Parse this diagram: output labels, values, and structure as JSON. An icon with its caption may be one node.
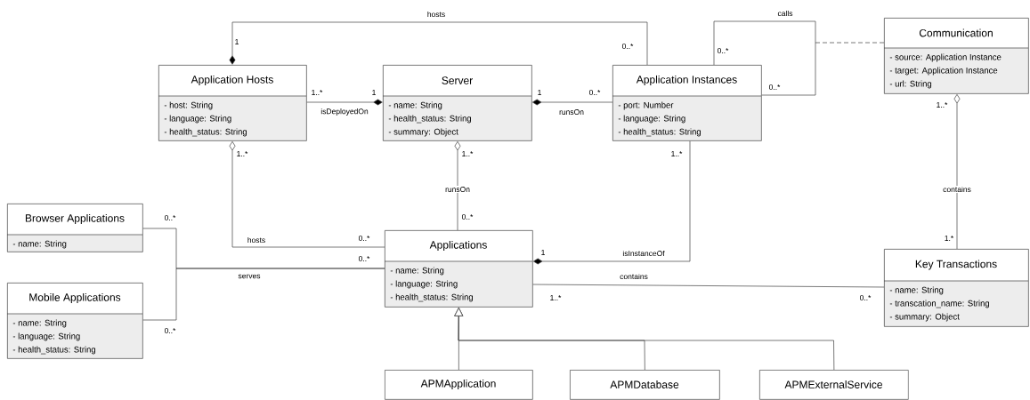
{
  "diagram": {
    "nodes": [
      {
        "text": [
          "Application Hosts",
          "- host: String",
          "- language: String",
          "- health_status: String"
        ]
      },
      {
        "text": [
          "Server",
          "- name: String",
          "- health_status: String",
          "- summary: Object"
        ]
      },
      {
        "text": [
          "Application Instances",
          "- port: Number",
          "- language: String",
          "- health_status: String"
        ]
      },
      {
        "text": [
          "Communication",
          "- source: Application Instance",
          "- target: Application Instance",
          "- url: String"
        ]
      },
      {
        "text": [
          "Browser Applications",
          "- name: String"
        ]
      },
      {
        "text": [
          "Mobile Applications",
          "- name: String",
          "- language: String",
          "- health_status: String"
        ]
      },
      {
        "text": [
          "Applications",
          "- name: String",
          "- language: String",
          "- health_status: String"
        ]
      },
      {
        "text": [
          "Key Transactions",
          "- name: String",
          "- transcation_name: String",
          "- summary: Object"
        ]
      },
      {
        "text": [
          "APMApplication"
        ]
      },
      {
        "text": [
          "APMDatabase"
        ]
      },
      {
        "text": [
          "APMExternalService"
        ]
      }
    ],
    "edges": [
      {
        "from": 0,
        "to": 2,
        "arrow": "other",
        "label": "hosts"
      },
      {
        "from": 0,
        "to": 1,
        "arrow": "other",
        "label": "isDeployedOn"
      },
      {
        "from": 1,
        "to": 2,
        "arrow": "other",
        "label": "runsOn"
      },
      {
        "from": 2,
        "to": 2,
        "arrow": "none",
        "label": "calls"
      },
      {
        "from": null,
        "to": 3,
        "arrow": "none",
        "style": "dashed"
      },
      {
        "from": 1,
        "to": 6,
        "arrow": "other",
        "label": "runsOn"
      },
      {
        "from": 0,
        "to": 6,
        "arrow": "other",
        "label": "hosts"
      },
      {
        "from": 2,
        "to": 6,
        "arrow": "other",
        "label": "isInstanceOf"
      },
      {
        "from": 4,
        "to": 6,
        "arrow": "none",
        "label": "serves"
      },
      {
        "from": 5,
        "to": 6,
        "arrow": "none"
      },
      {
        "from": 6,
        "to": 7,
        "arrow": "none",
        "label": "contains"
      },
      {
        "from": 3,
        "to": 7,
        "arrow": "other",
        "label": "contains"
      },
      {
        "from": 8,
        "to": 6,
        "arrow": "to"
      },
      {
        "from": 9,
        "to": 6,
        "arrow": "to"
      },
      {
        "from": 10,
        "to": 6,
        "arrow": "to"
      }
    ],
    "labels": [
      "1",
      "0..*",
      "0..*",
      "1..*",
      "1",
      "1",
      "0..*",
      "0..*",
      "1..*",
      "1..*",
      "1..*",
      "1..*",
      "0..*",
      "0..*",
      "0..*",
      "0..*",
      "1",
      "1.*",
      "1..*",
      "0..*",
      "0..*"
    ]
  }
}
